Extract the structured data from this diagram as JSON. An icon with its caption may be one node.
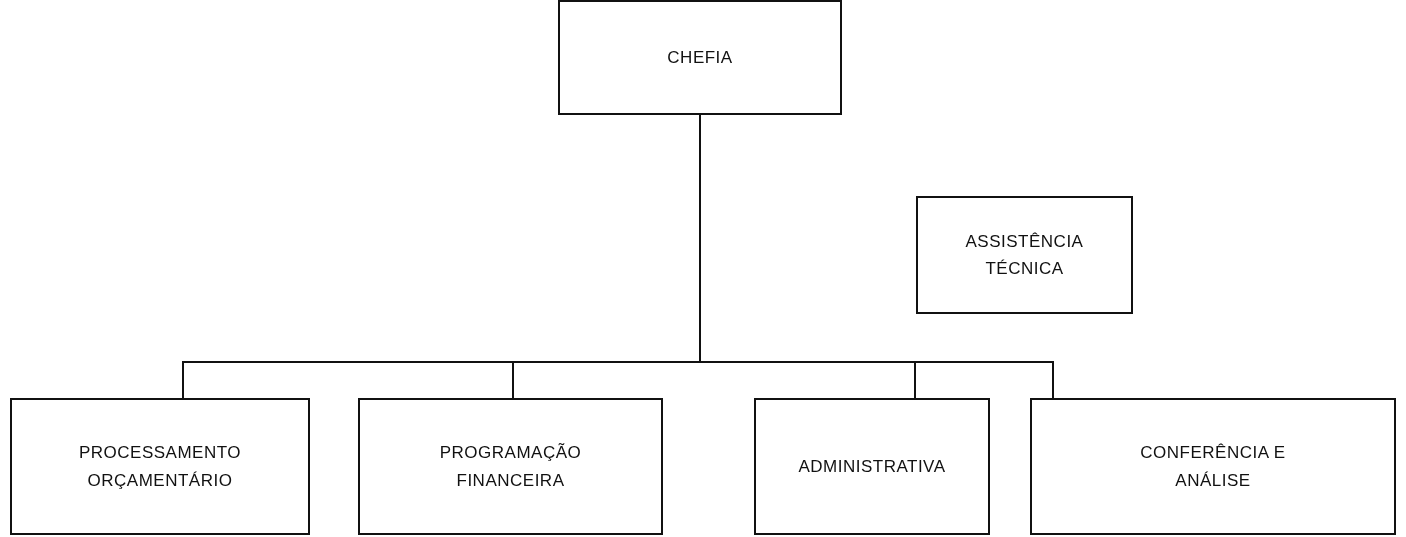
{
  "diagram": {
    "nodes": [
      {
        "text": [
          "CHEFIA"
        ]
      },
      {
        "text": [
          "ASSISTÊNCIA TÉCNICA"
        ]
      },
      {
        "text": [
          "PROCESSAMENTO ORÇAMENTÁRIO"
        ]
      },
      {
        "text": [
          "PROGRAMAÇÃO FINANCEIRA"
        ]
      },
      {
        "text": [
          "ADMINISTRATIVA"
        ]
      },
      {
        "text": [
          "CONFERÊNCIA E ANÁLISE"
        ]
      }
    ],
    "edges": [
      {
        "from": 0,
        "to": 2,
        "arrow": "none"
      },
      {
        "from": 0,
        "to": 3,
        "arrow": "none"
      },
      {
        "from": 0,
        "to": 4,
        "arrow": "none"
      },
      {
        "from": 0,
        "to": 5,
        "arrow": "none"
      }
    ]
  }
}
